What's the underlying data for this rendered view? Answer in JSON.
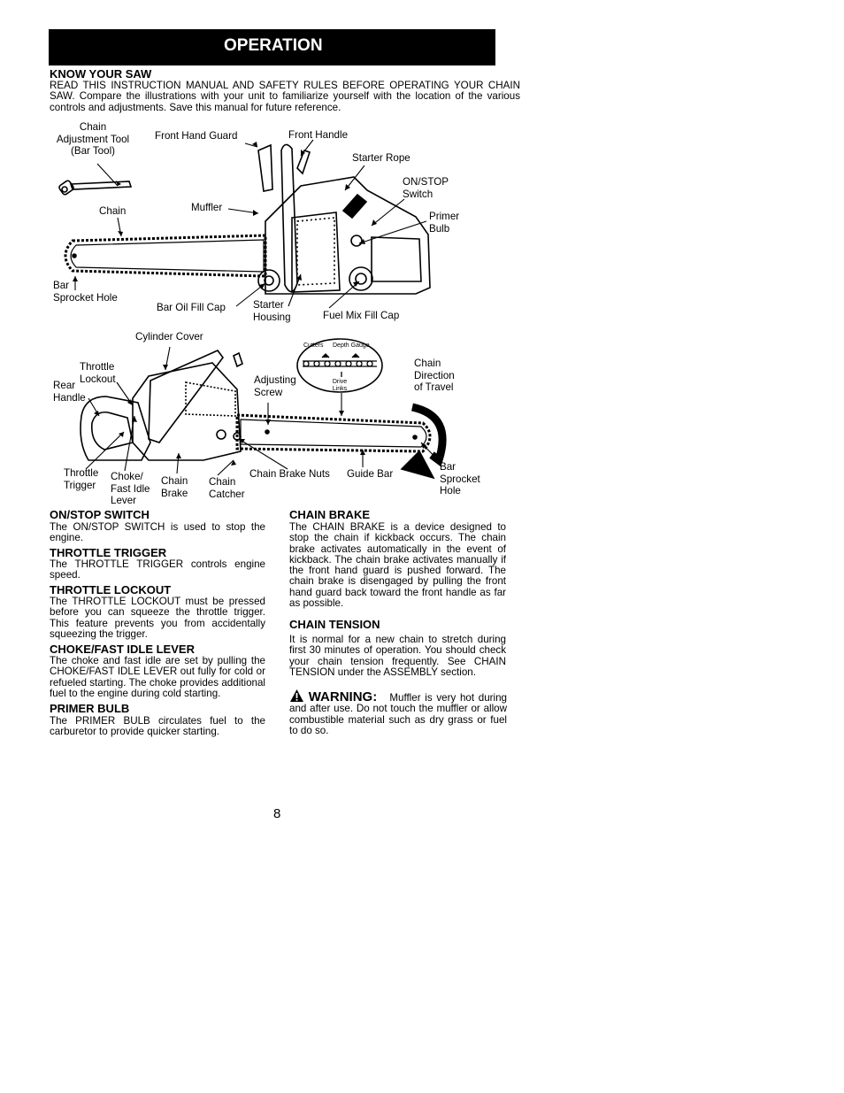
{
  "banner": {
    "title": "OPERATION"
  },
  "know": {
    "heading": "KNOW YOUR SAW",
    "text": "READ THIS INSTRUCTION MANUAL AND SAFETY RULES BEFORE OPERATING YOUR CHAIN SAW. Compare the illustrations with your unit to familiarize yourself with the location of the various controls and adjustments. Save this manual for future reference."
  },
  "fig1": {
    "tool_1": "Chain",
    "tool_2": "Adjustment Tool",
    "tool_3": "(Bar Tool)",
    "front_hand_guard": "Front Hand Guard",
    "front_handle": "Front Handle",
    "starter_rope": "Starter Rope",
    "onstop_1": "ON/STOP",
    "onstop_2": "Switch",
    "chain": "Chain",
    "muffler": "Muffler",
    "primer_1": "Primer",
    "primer_2": "Bulb",
    "bar_1": "Bar",
    "bar_2": "Sprocket Hole",
    "bar_oil": "Bar Oil Fill Cap",
    "starter_1": "Starter",
    "starter_2": "Housing",
    "fuel_mix": "Fuel Mix Fill Cap"
  },
  "fig2": {
    "cylinder_cover": "Cylinder Cover",
    "lockout_1": "Throttle",
    "lockout_2": "Lockout",
    "rear_1": "Rear",
    "rear_2": "Handle",
    "adjust_1": "Adjusting",
    "adjust_2": "Screw",
    "cutters": "Cutters",
    "depth_gauge": "Depth Gauge",
    "drive_1": "Drive",
    "drive_2": "Links",
    "dir_1": "Chain",
    "dir_2": "Direction",
    "dir_3": "of Travel",
    "trigger_1": "Throttle",
    "trigger_2": "Trigger",
    "choke_1": "Choke/",
    "choke_2": "Fast Idle",
    "choke_3": "Lever",
    "brake_1": "Chain",
    "brake_2": "Brake",
    "catcher_1": "Chain",
    "catcher_2": "Catcher",
    "brake_nuts": "Chain Brake Nuts",
    "guide_bar": "Guide Bar",
    "sprocket_1": "Bar",
    "sprocket_2": "Sprocket",
    "sprocket_3": "Hole"
  },
  "sections": {
    "onstop": {
      "heading": "ON/STOP SWITCH",
      "text": "The ON/STOP SWITCH is used to stop the engine."
    },
    "trigger": {
      "heading": "THROTTLE TRIGGER",
      "text": "The THROTTLE TRIGGER controls engine speed."
    },
    "lockout": {
      "heading": "THROTTLE LOCKOUT",
      "text": "The THROTTLE LOCKOUT must be pressed before you can squeeze the throttle trigger. This feature prevents you from accidentally squeezing the trigger."
    },
    "choke": {
      "heading": "CHOKE/FAST IDLE LEVER",
      "text": "The choke and fast idle are set by pulling the CHOKE/FAST IDLE LEVER out fully for cold or refueled starting. The choke provides additional fuel to the engine during cold starting."
    },
    "primer": {
      "heading": "PRIMER BULB",
      "text": "The PRIMER BULB circulates fuel to the carburetor to provide quicker starting."
    },
    "brake": {
      "heading": "CHAIN BRAKE",
      "text": "The CHAIN BRAKE is a device designed to stop the chain if kickback occurs. The chain brake activates automatically in the event of kickback. The chain brake activates manually if the front hand guard is pushed forward. The chain brake is disengaged by pulling the front hand guard back toward the front handle as far as possible."
    },
    "tension": {
      "heading": "CHAIN TENSION",
      "text": "It is normal for a new chain to stretch during first 30 minutes of operation. You should check your chain tension frequently. See CHAIN TENSION under the ASSEMBLY section."
    }
  },
  "warning": {
    "label": "WARNING:",
    "text": "Muffler is very hot during and after use. Do not touch the muffler or allow combustible material such as dry grass or fuel to do so."
  },
  "page_number": "8"
}
